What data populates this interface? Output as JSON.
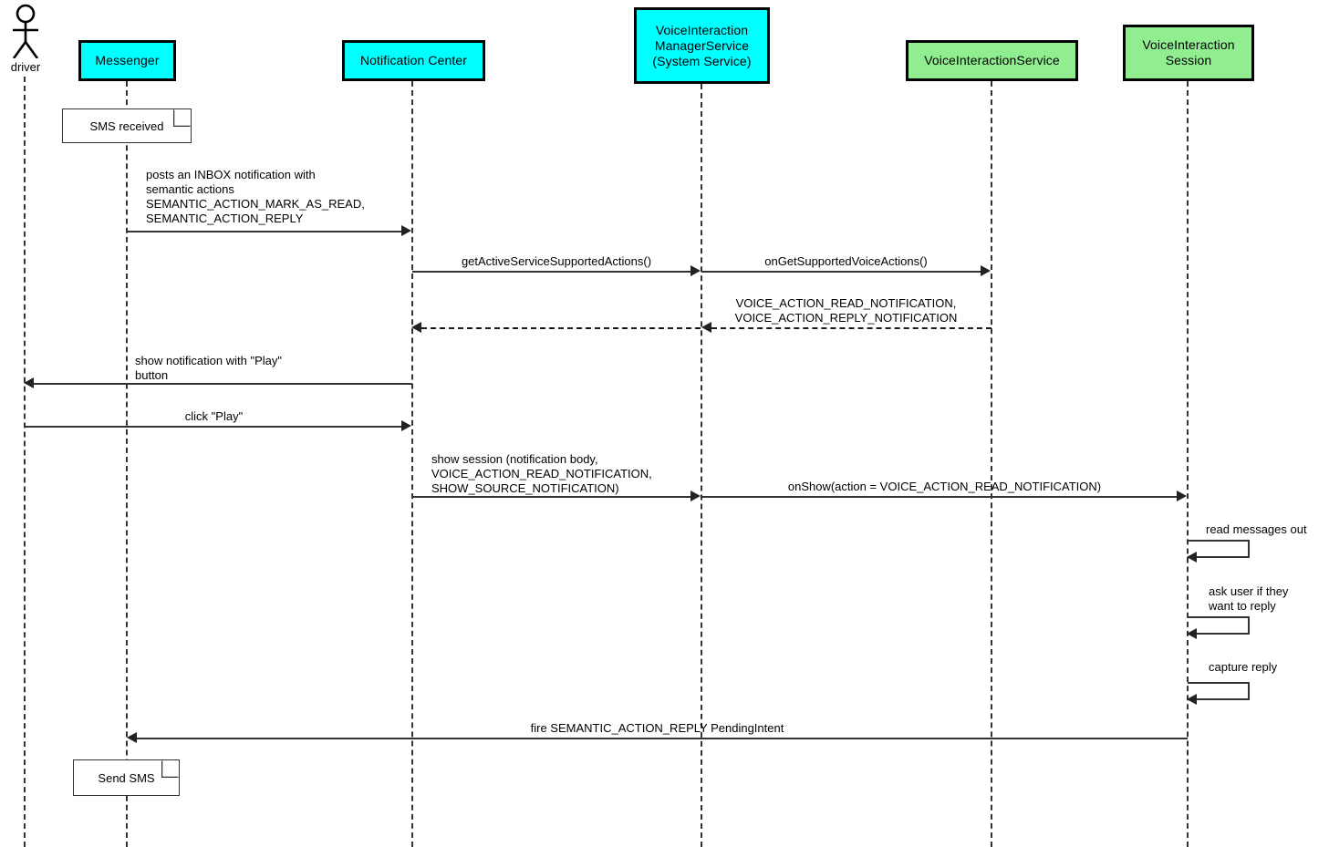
{
  "diagram": {
    "type": "uml-sequence-diagram",
    "title": "Voice Interaction notification read & reply flow",
    "colors": {
      "cyan_participant": "#00ffff",
      "green_participant": "#90ee90",
      "line": "#333333",
      "text": "#000000",
      "background": "#ffffff"
    }
  },
  "actor": {
    "name": "driver",
    "icon": "stick-figure-actor-icon"
  },
  "participants": [
    {
      "id": "driver",
      "label": "driver",
      "color": "none"
    },
    {
      "id": "messenger",
      "label": "Messenger",
      "color": "cyan"
    },
    {
      "id": "notifcenter",
      "label": "Notification Center",
      "color": "cyan"
    },
    {
      "id": "vims",
      "label": "VoiceInteraction\nManagerService\n(System Service)",
      "color": "cyan"
    },
    {
      "id": "vis",
      "label": "VoiceInteractionService",
      "color": "green"
    },
    {
      "id": "vsession",
      "label": "VoiceInteraction\nSession",
      "color": "green"
    }
  ],
  "notes": [
    {
      "id": "note-sms-received",
      "text": "SMS received",
      "on": "messenger"
    },
    {
      "id": "note-send-sms",
      "text": "Send SMS",
      "on": "messenger"
    }
  ],
  "messages": [
    {
      "id": "m1",
      "from": "messenger",
      "to": "notifcenter",
      "style": "solid",
      "direction": "right",
      "label": "posts an INBOX notification with\nsemantic actions\nSEMANTIC_ACTION_MARK_AS_READ,\nSEMANTIC_ACTION_REPLY"
    },
    {
      "id": "m2",
      "from": "notifcenter",
      "to": "vims",
      "style": "solid",
      "direction": "right",
      "label": "getActiveServiceSupportedActions()"
    },
    {
      "id": "m3",
      "from": "vims",
      "to": "vis",
      "style": "solid",
      "direction": "right",
      "label": "onGetSupportedVoiceActions()"
    },
    {
      "id": "m4",
      "from": "vis",
      "to": "vims",
      "style": "dashed",
      "direction": "left",
      "label": "VOICE_ACTION_READ_NOTIFICATION,\nVOICE_ACTION_REPLY_NOTIFICATION"
    },
    {
      "id": "m5",
      "from": "vims",
      "to": "notifcenter",
      "style": "dashed",
      "direction": "left",
      "label": ""
    },
    {
      "id": "m6",
      "from": "notifcenter",
      "to": "driver",
      "style": "solid",
      "direction": "left",
      "label": "show notification with \"Play\"\nbutton"
    },
    {
      "id": "m7",
      "from": "driver",
      "to": "notifcenter",
      "style": "solid",
      "direction": "right",
      "label": "click \"Play\""
    },
    {
      "id": "m8",
      "from": "notifcenter",
      "to": "vims",
      "style": "solid",
      "direction": "right",
      "label": "show session (notification body,\nVOICE_ACTION_READ_NOTIFICATION,\nSHOW_SOURCE_NOTIFICATION)"
    },
    {
      "id": "m9",
      "from": "vims",
      "to": "vsession",
      "style": "solid",
      "direction": "right",
      "label": "onShow(action = VOICE_ACTION_READ_NOTIFICATION)"
    },
    {
      "id": "m10",
      "from": "vsession",
      "to": "messenger",
      "style": "solid",
      "direction": "left",
      "label": "fire SEMANTIC_ACTION_REPLY PendingIntent"
    }
  ],
  "self_calls": [
    {
      "id": "s1",
      "on": "vsession",
      "label": "read messages out"
    },
    {
      "id": "s2",
      "on": "vsession",
      "label": "ask user if they\nwant to reply"
    },
    {
      "id": "s3",
      "on": "vsession",
      "label": "capture reply"
    }
  ]
}
